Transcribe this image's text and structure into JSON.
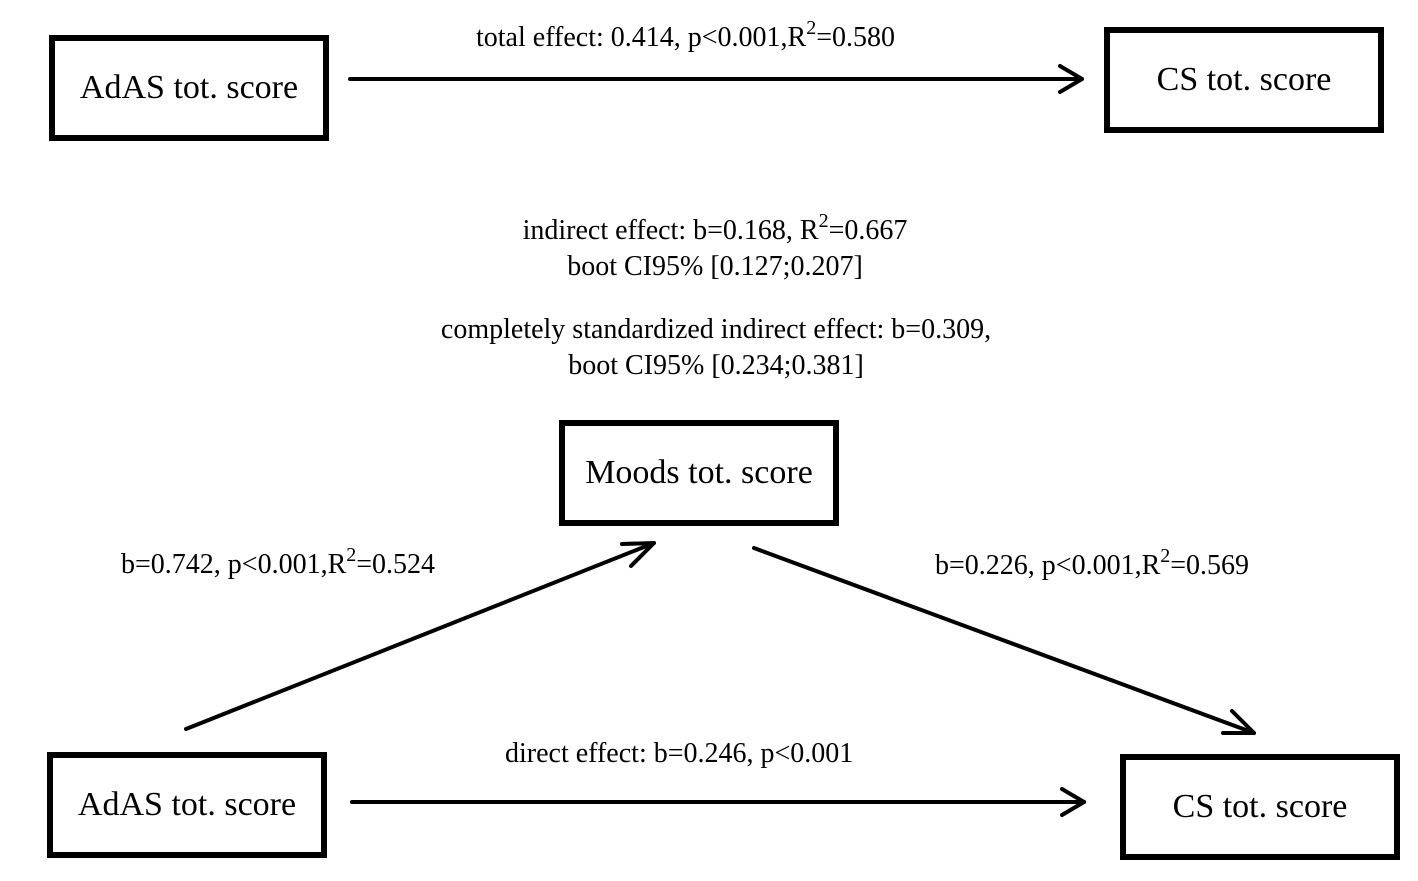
{
  "nodes": {
    "top_left": "AdAS tot. score",
    "top_right": "CS tot. score",
    "mediator": "Moods tot. score",
    "bottom_left": "AdAS tot. score",
    "bottom_right": "CS tot. score"
  },
  "labels": {
    "total": {
      "pre": "total effect: 0.414, p<0.001,R",
      "sup": "2",
      "post": "=0.580"
    },
    "indirect": {
      "line1_pre": "indirect effect: b=0.168, R",
      "sup": "2",
      "line1_post": "=0.667",
      "line2": "boot CI95% [0.127;0.207]"
    },
    "standardized": {
      "line1": "completely standardized indirect effect: b=0.309,",
      "line2": "boot CI95% [0.234;0.381]"
    },
    "path_a": {
      "pre": "b=0.742, p<0.001,R",
      "sup": "2",
      "post": "=0.524"
    },
    "path_b": {
      "pre": "b=0.226, p<0.001,R",
      "sup": "2",
      "post": "=0.569"
    },
    "direct": "direct effect: b=0.246, p<0.001"
  }
}
